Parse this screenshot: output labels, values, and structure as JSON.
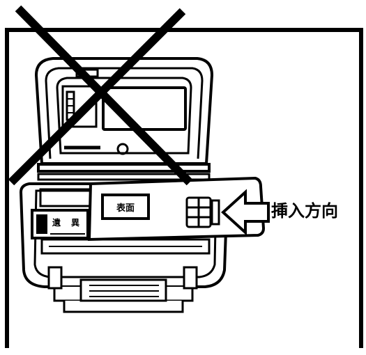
{
  "diagram": {
    "callout_label": "挿入方向",
    "card_label": "表面",
    "device_labels": [
      "遺",
      "異"
    ],
    "status": "prohibited",
    "line_color": "#000000",
    "background_color": "#ffffff",
    "icons": [
      "prohibited-cross-icon",
      "insert-direction-arrow-icon",
      "card-chip-icon"
    ]
  }
}
